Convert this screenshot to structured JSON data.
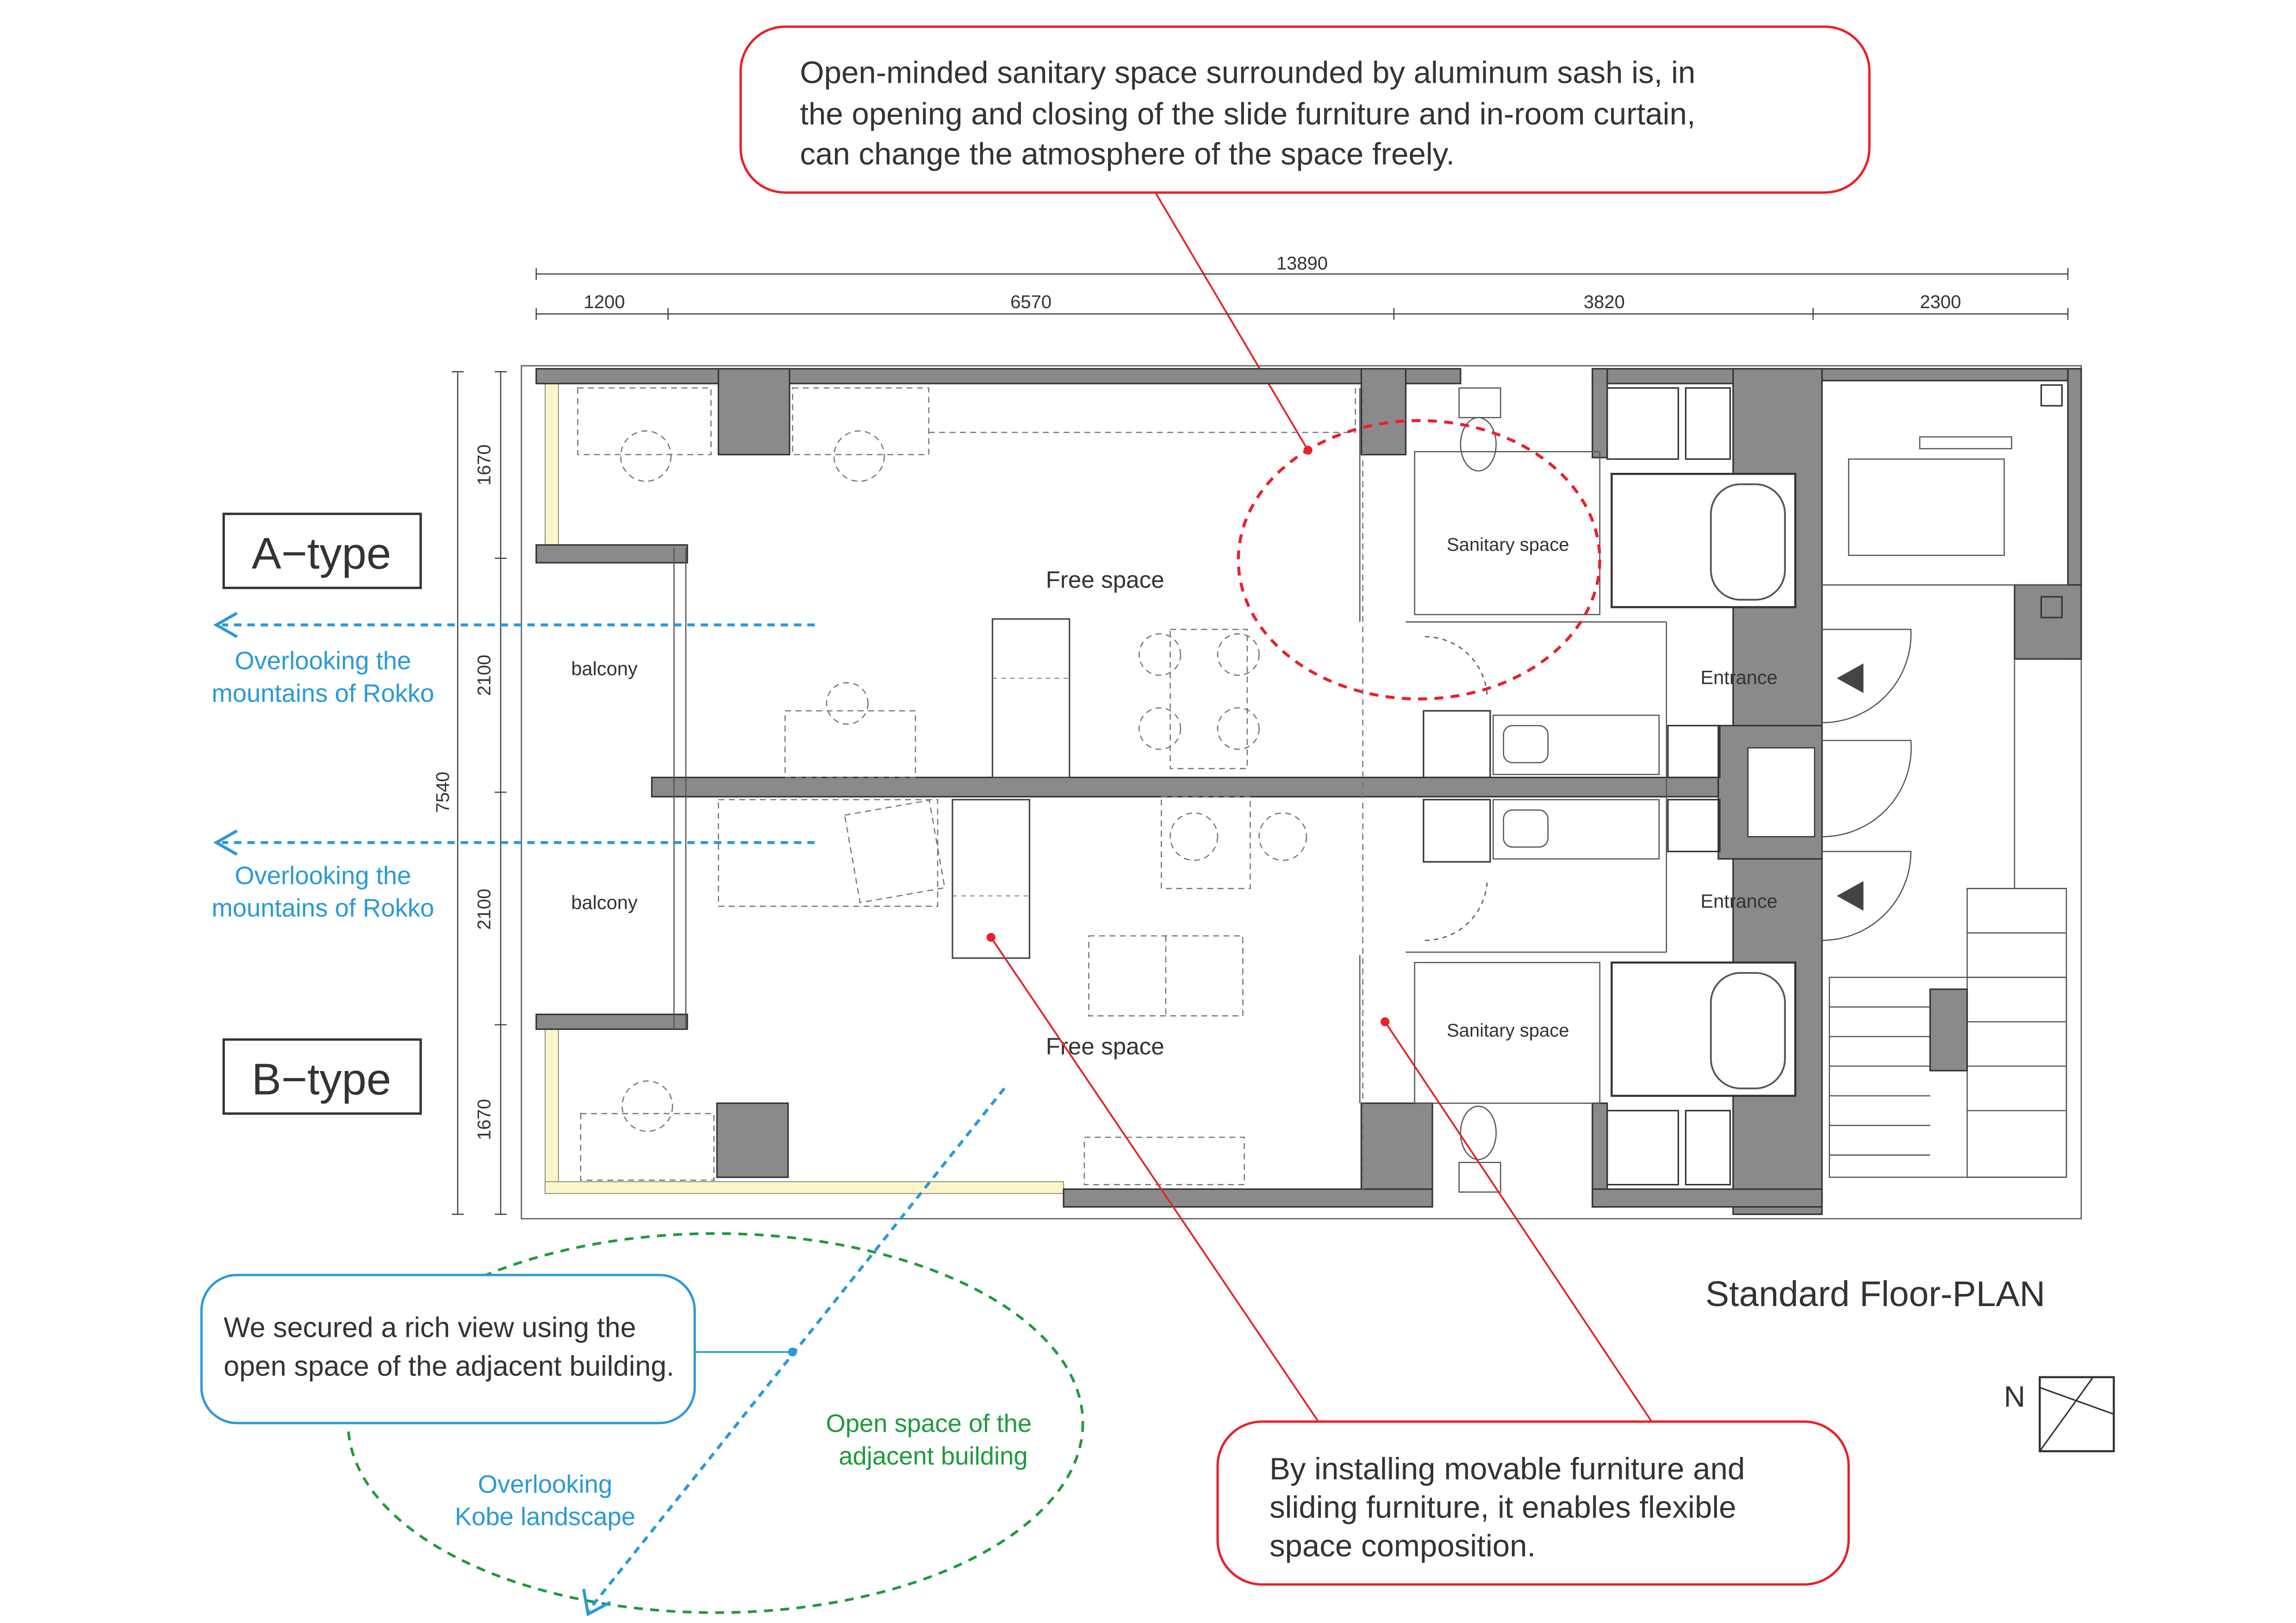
{
  "callouts": {
    "top": {
      "line1": "Open-minded sanitary space surrounded by aluminum sash is, in",
      "line2": "the opening and closing of the slide furniture and in-room curtain,",
      "line3": "can change the atmosphere of the space freely."
    },
    "view": {
      "line1": "We secured a rich view using the",
      "line2": "open space of the adjacent building."
    },
    "furniture": {
      "line1": "By installing movable furniture and",
      "line2": "sliding furniture, it enables flexible",
      "line3": "space composition."
    }
  },
  "dimensions": {
    "overall": "13890",
    "segments": [
      "1200",
      "6570",
      "3820",
      "2300"
    ],
    "left_total": "7540",
    "left_segments": [
      "1670",
      "2100",
      "2100",
      "1670"
    ]
  },
  "type_labels": {
    "a": "A−type",
    "b": "B−type"
  },
  "views": {
    "rokko_line1": "Overlooking the",
    "rokko_line2": "mountains of Rokko",
    "kobe_line1": "Overlooking",
    "kobe_line2": "Kobe landscape",
    "open_line1": "Open space of the",
    "open_line2": "adjacent building"
  },
  "rooms": {
    "free_space": "Free space",
    "balcony": "balcony",
    "sanitary": "Sanitary space",
    "entrance": "Entrance"
  },
  "plan_title": "Standard Floor-PLAN",
  "north": "N",
  "colors": {
    "wall": "#8a8a8a",
    "red": "#e8202a",
    "blue": "#2a9ad6",
    "green": "#1f9a3e",
    "sash": "#fbf6c8"
  }
}
